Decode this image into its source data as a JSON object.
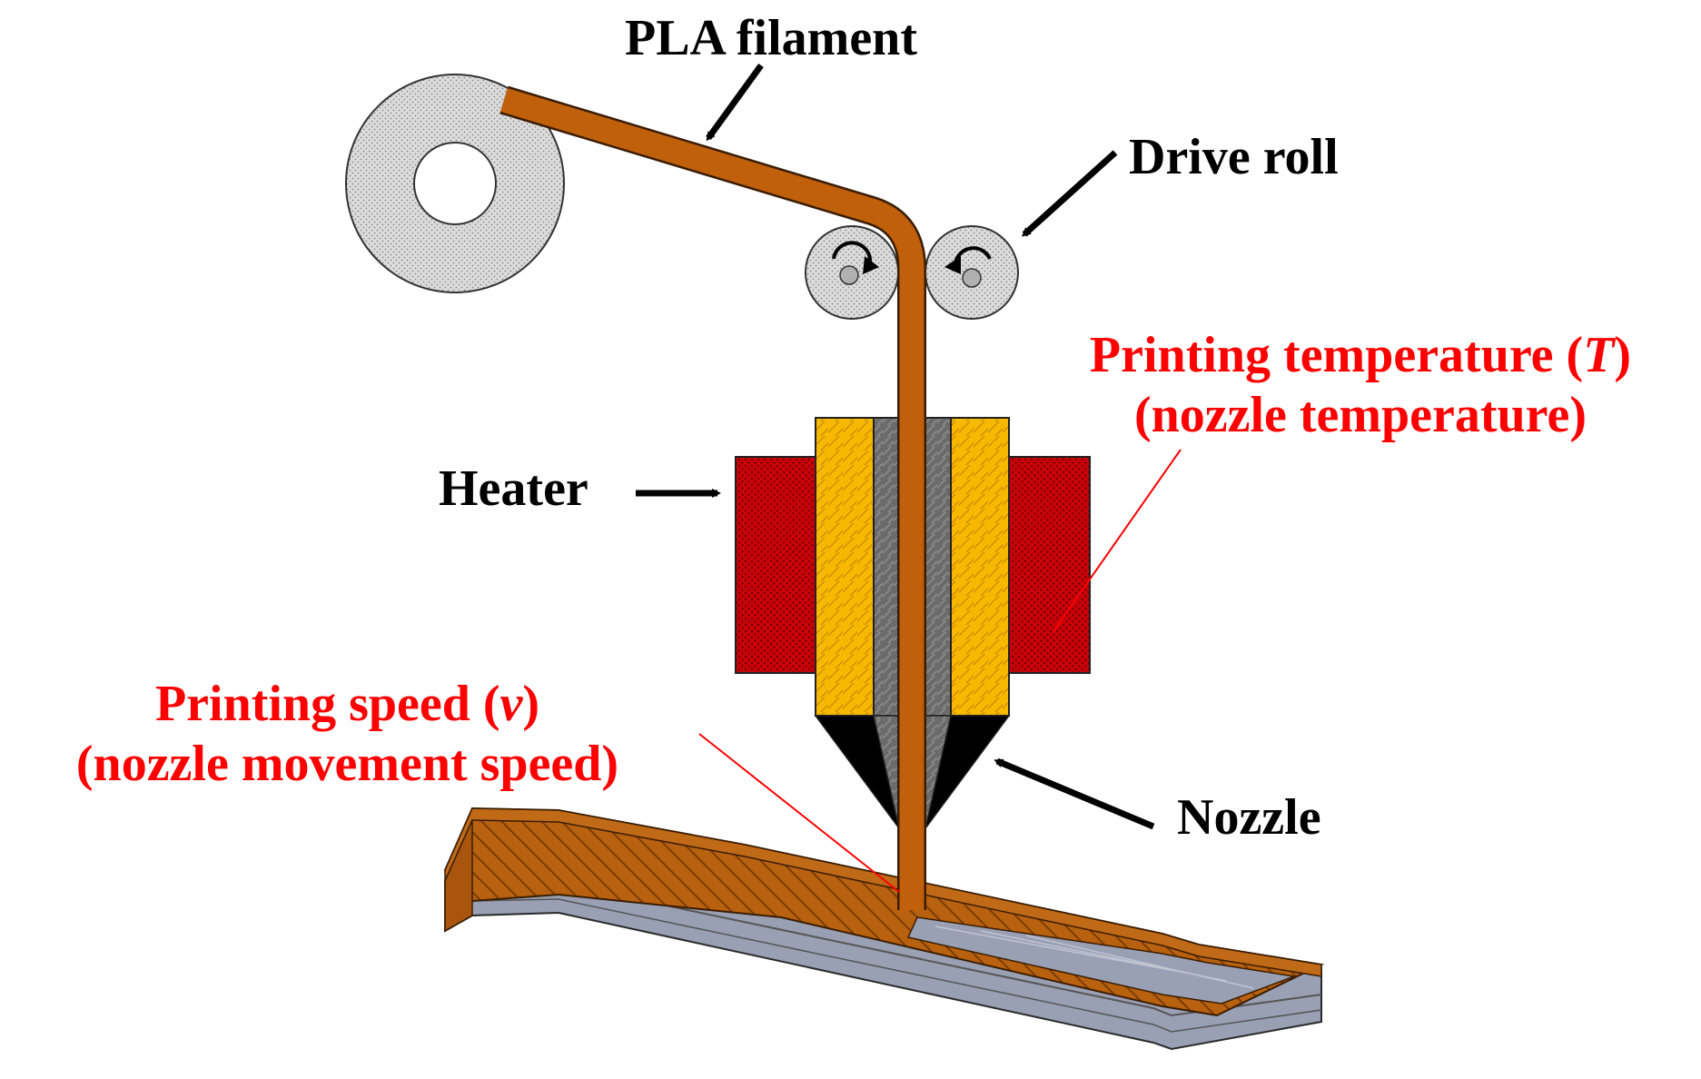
{
  "labels": {
    "filament": "PLA filament",
    "drive_roll": "Drive roll",
    "heater": "Heater",
    "nozzle": "Nozzle",
    "temperature": {
      "line1_text": "Printing temperature (",
      "line1_symbol": "T",
      "line1_close": ")",
      "line2": "(nozzle temperature)"
    },
    "speed": {
      "line1_text": "Printing speed (",
      "line1_symbol": "v",
      "line1_close": ")",
      "line2": "(nozzle movement speed)"
    }
  },
  "colors": {
    "filament": "#c0600a",
    "heater": "#c8000a",
    "nozzle_body": "#f5b800",
    "nozzle_tip": "#000000",
    "barrel": "#6e6e6e",
    "spool": "#d8d8d8",
    "bed": "#9aa0b4",
    "specimen_wall": "#b8610e",
    "callout_red": "#ff0000"
  }
}
